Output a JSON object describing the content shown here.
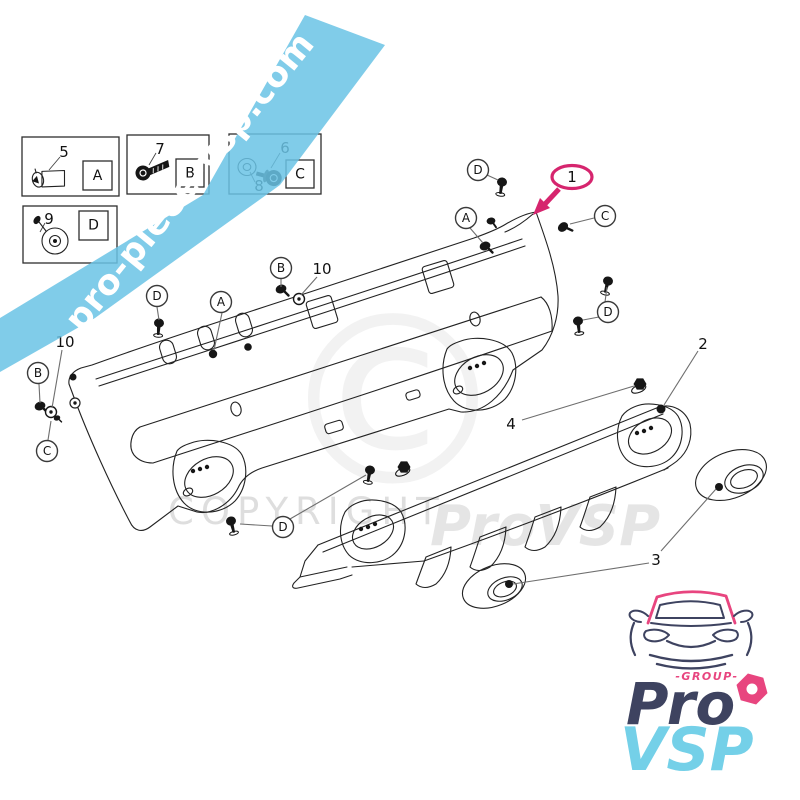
{
  "colors": {
    "banner_blue": "#6ac3e5",
    "highlight_pink": "#d6256e",
    "logo_navy": "#3e4360",
    "logo_pink": "#e8457f",
    "logo_cyan": "#74d0e8"
  },
  "banner": {
    "text": "pro-piece-vsp.com"
  },
  "background_watermark": {
    "symbol": "©",
    "text_left": "COPYRIGHT",
    "text_right": "ProVSP"
  },
  "inset_boxes": [
    {
      "part_number": "5",
      "letter": "A"
    },
    {
      "part_number": "7",
      "letter": "B"
    },
    {
      "part_number_top": "6",
      "part_number_bottom": "8",
      "letter": "C"
    },
    {
      "part_number": "9",
      "letter": "D"
    }
  ],
  "callout_circles": {
    "d_top": "D",
    "a_top": "A",
    "c_right": "C",
    "d_right": "D",
    "b_mid": "B",
    "a_mid": "A",
    "d_left": "D",
    "b_far_left": "B",
    "c_far_left": "C",
    "d_bottom": "D"
  },
  "part_labels": {
    "bumper": "1",
    "diffuser": "2",
    "exhaust_tip": "3",
    "diffuser_assembly": "4",
    "grommet_mid": "10",
    "grommet_left": "10"
  },
  "logo": {
    "group": "-GROUP-",
    "line1": "Pro",
    "line2": "VSP"
  }
}
